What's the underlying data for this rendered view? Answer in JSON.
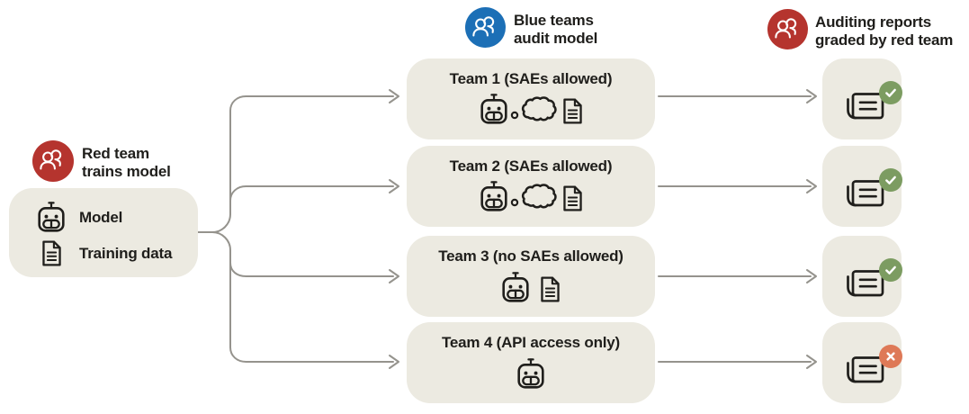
{
  "colors": {
    "red": "#b5342e",
    "blue": "#1c6fb6",
    "green": "#7c9c61",
    "orange": "#de7957",
    "boxbg": "#eceae1",
    "line": "#95938d",
    "ink": "#1f1e1b"
  },
  "left_header": {
    "icon": "red-team-people-icon",
    "line1": "Red team",
    "line2": "trains model"
  },
  "model_box": {
    "items": [
      {
        "icon": "robot-icon",
        "label": "Model"
      },
      {
        "icon": "document-icon",
        "label": "Training data"
      }
    ]
  },
  "blue_header": {
    "icon": "blue-team-people-icon",
    "line1": "Blue teams",
    "line2": "audit model"
  },
  "right_header": {
    "icon": "red-team-people-icon",
    "line1": "Auditing reports",
    "line2": "graded by red team"
  },
  "teams": [
    {
      "label": "Team 1 (SAEs allowed)",
      "icons": [
        "robot-icon",
        "thought-dot-icon",
        "thought-cloud-icon",
        "document-icon"
      ],
      "result": "pass"
    },
    {
      "label": "Team 2 (SAEs allowed)",
      "icons": [
        "robot-icon",
        "thought-dot-icon",
        "thought-cloud-icon",
        "document-icon"
      ],
      "result": "pass"
    },
    {
      "label": "Team 3 (no SAEs allowed)",
      "icons": [
        "robot-icon",
        "document-icon"
      ],
      "result": "pass"
    },
    {
      "label": "Team 4 (API access only)",
      "icons": [
        "robot-icon"
      ],
      "result": "fail"
    }
  ],
  "reports": [
    {
      "icon": "report-icon",
      "result": "pass",
      "result_icon": "check-icon"
    },
    {
      "icon": "report-icon",
      "result": "pass",
      "result_icon": "check-icon"
    },
    {
      "icon": "report-icon",
      "result": "pass",
      "result_icon": "check-icon"
    },
    {
      "icon": "report-icon",
      "result": "fail",
      "result_icon": "x-icon"
    }
  ]
}
